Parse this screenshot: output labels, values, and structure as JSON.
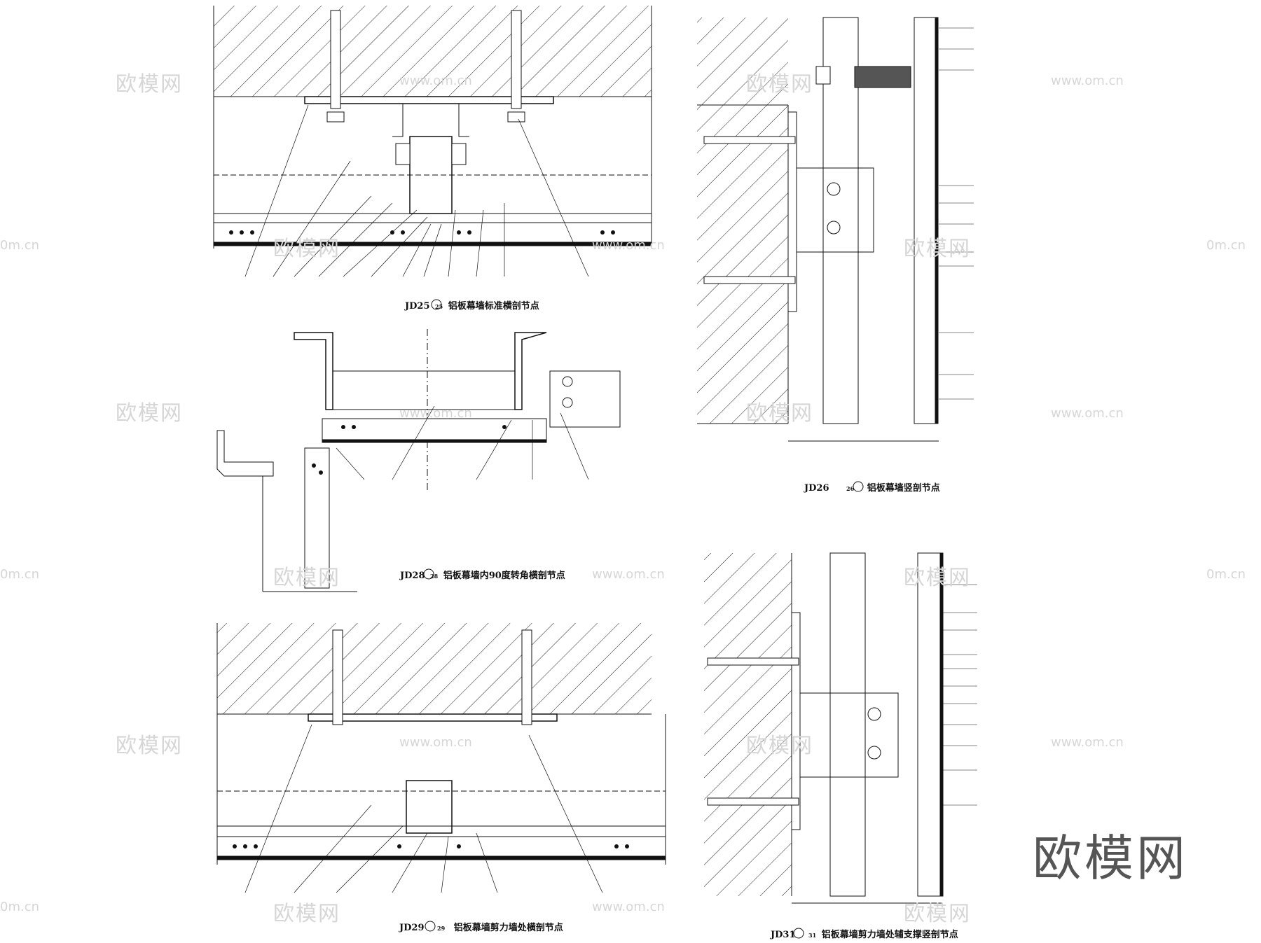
{
  "captions": {
    "jd25": {
      "code": "JD25",
      "num": "25",
      "title": "铝板幕墙标准横剖节点"
    },
    "jd26": {
      "code": "JD26",
      "num": "26",
      "title": "铝板幕墙竖剖节点"
    },
    "jd28": {
      "code": "JD28",
      "num": "28",
      "title": "铝板幕墙内90度转角横剖节点"
    },
    "jd29": {
      "code": "JD29",
      "num": "29",
      "title": "铝板幕墙剪力墙处横剖节点"
    },
    "jd31": {
      "code": "JD31",
      "num": "31",
      "title": "铝板幕墙剪力墙处辅支撑竖剖节点"
    }
  },
  "watermark": {
    "brand": "欧模网",
    "site": "www.om.cn",
    "cn_partial": "0m.cn"
  }
}
